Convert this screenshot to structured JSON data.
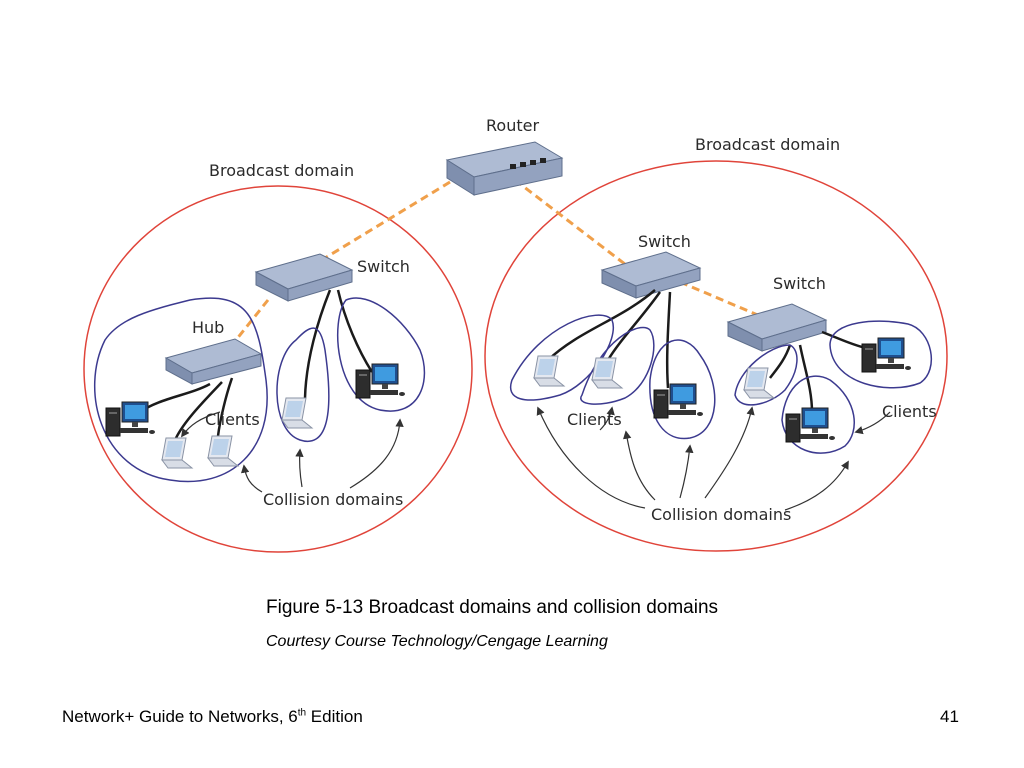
{
  "diagram": {
    "router_label": "Router",
    "broadcast_left_label": "Broadcast domain",
    "broadcast_right_label": "Broadcast domain",
    "switch_left_label": "Switch",
    "switch_right_a_label": "Switch",
    "switch_right_b_label": "Switch",
    "hub_label": "Hub",
    "clients_left_label": "Clients",
    "clients_right_a_label": "Clients",
    "clients_right_b_label": "Clients",
    "collision_left_label": "Collision domains",
    "collision_right_label": "Collision domains",
    "colors": {
      "broadcast_boundary": "#e0443a",
      "collision_boundary": "#3c3a8f",
      "uplink_cable": "#f0a04b",
      "device_body": "#8d9cb8"
    }
  },
  "caption": {
    "title": "Figure 5-13 Broadcast domains and collision domains",
    "credit": "Courtesy Course Technology/Cengage Learning"
  },
  "footer": {
    "book_prefix": "Network+ Guide to Networks, 6",
    "book_sup": "th",
    "book_suffix": " Edition",
    "page_number": "41"
  }
}
